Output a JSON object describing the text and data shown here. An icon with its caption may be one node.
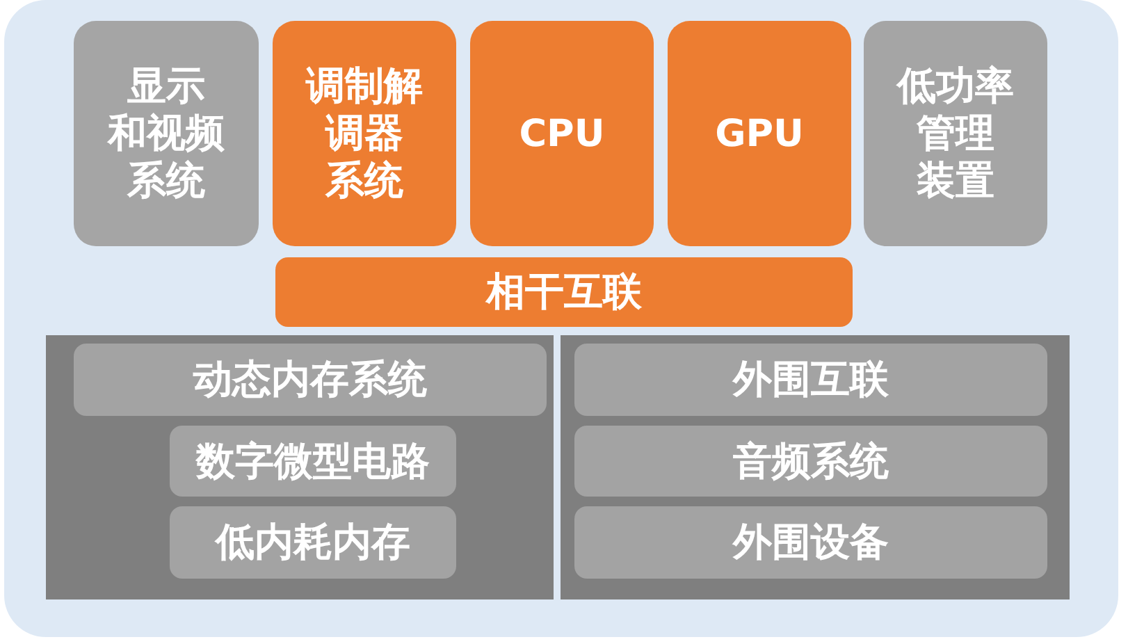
{
  "diagram": {
    "nodes": [
      {
        "text": [],
        "shape": "box"
      },
      {
        "text": [
          "显示和视频系统"
        ],
        "in": 0
      },
      {
        "text": [
          "调制解调器系统"
        ],
        "in": 0
      },
      {
        "text": [
          "CPU"
        ],
        "in": 0
      },
      {
        "text": [
          "GPU"
        ],
        "in": 0
      },
      {
        "text": [
          "低功率管理装置"
        ],
        "in": 0
      },
      {
        "text": [
          "相干互联"
        ],
        "in": 0
      },
      {
        "text": [],
        "shape": "box",
        "in": 0
      },
      {
        "text": [
          "动态内存系统"
        ],
        "in": 7
      },
      {
        "text": [
          "数字微型电路"
        ],
        "in": 7
      },
      {
        "text": [
          "低内耗内存"
        ],
        "in": 7
      },
      {
        "text": [],
        "shape": "box",
        "in": 0
      },
      {
        "text": [
          "外围互联"
        ],
        "in": 11
      },
      {
        "text": [
          "音频系统"
        ],
        "in": 11
      },
      {
        "text": [
          "外围设备"
        ],
        "in": 11
      }
    ]
  }
}
